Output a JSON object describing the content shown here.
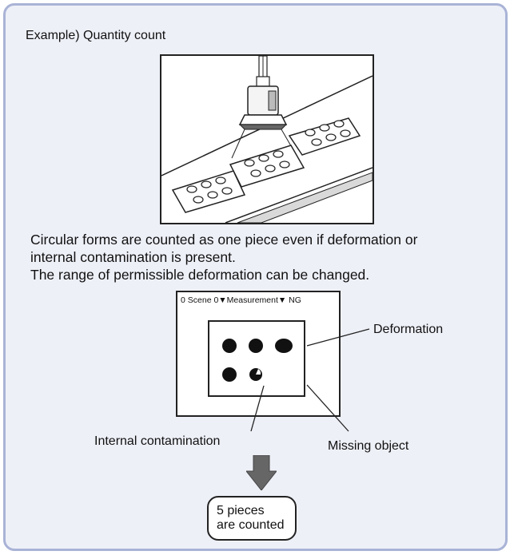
{
  "title": "Example) Quantity count",
  "description": {
    "line1": "Circular forms are counted as one piece even if deformation or",
    "line2": "internal contamination is present.",
    "line3": "The range of permissible deformation can be changed."
  },
  "screen": {
    "header": "0 Scene 0▼Measurement▼ NG"
  },
  "labels": {
    "deformation": "Deformation",
    "internal_contamination": "Internal contamination",
    "missing_object": "Missing object"
  },
  "result": {
    "line1": "5 pieces",
    "line2": "are counted"
  },
  "colors": {
    "panel_border": "#a9b3d6",
    "panel_bg": "#eef0f8",
    "arrow": "#666666"
  }
}
